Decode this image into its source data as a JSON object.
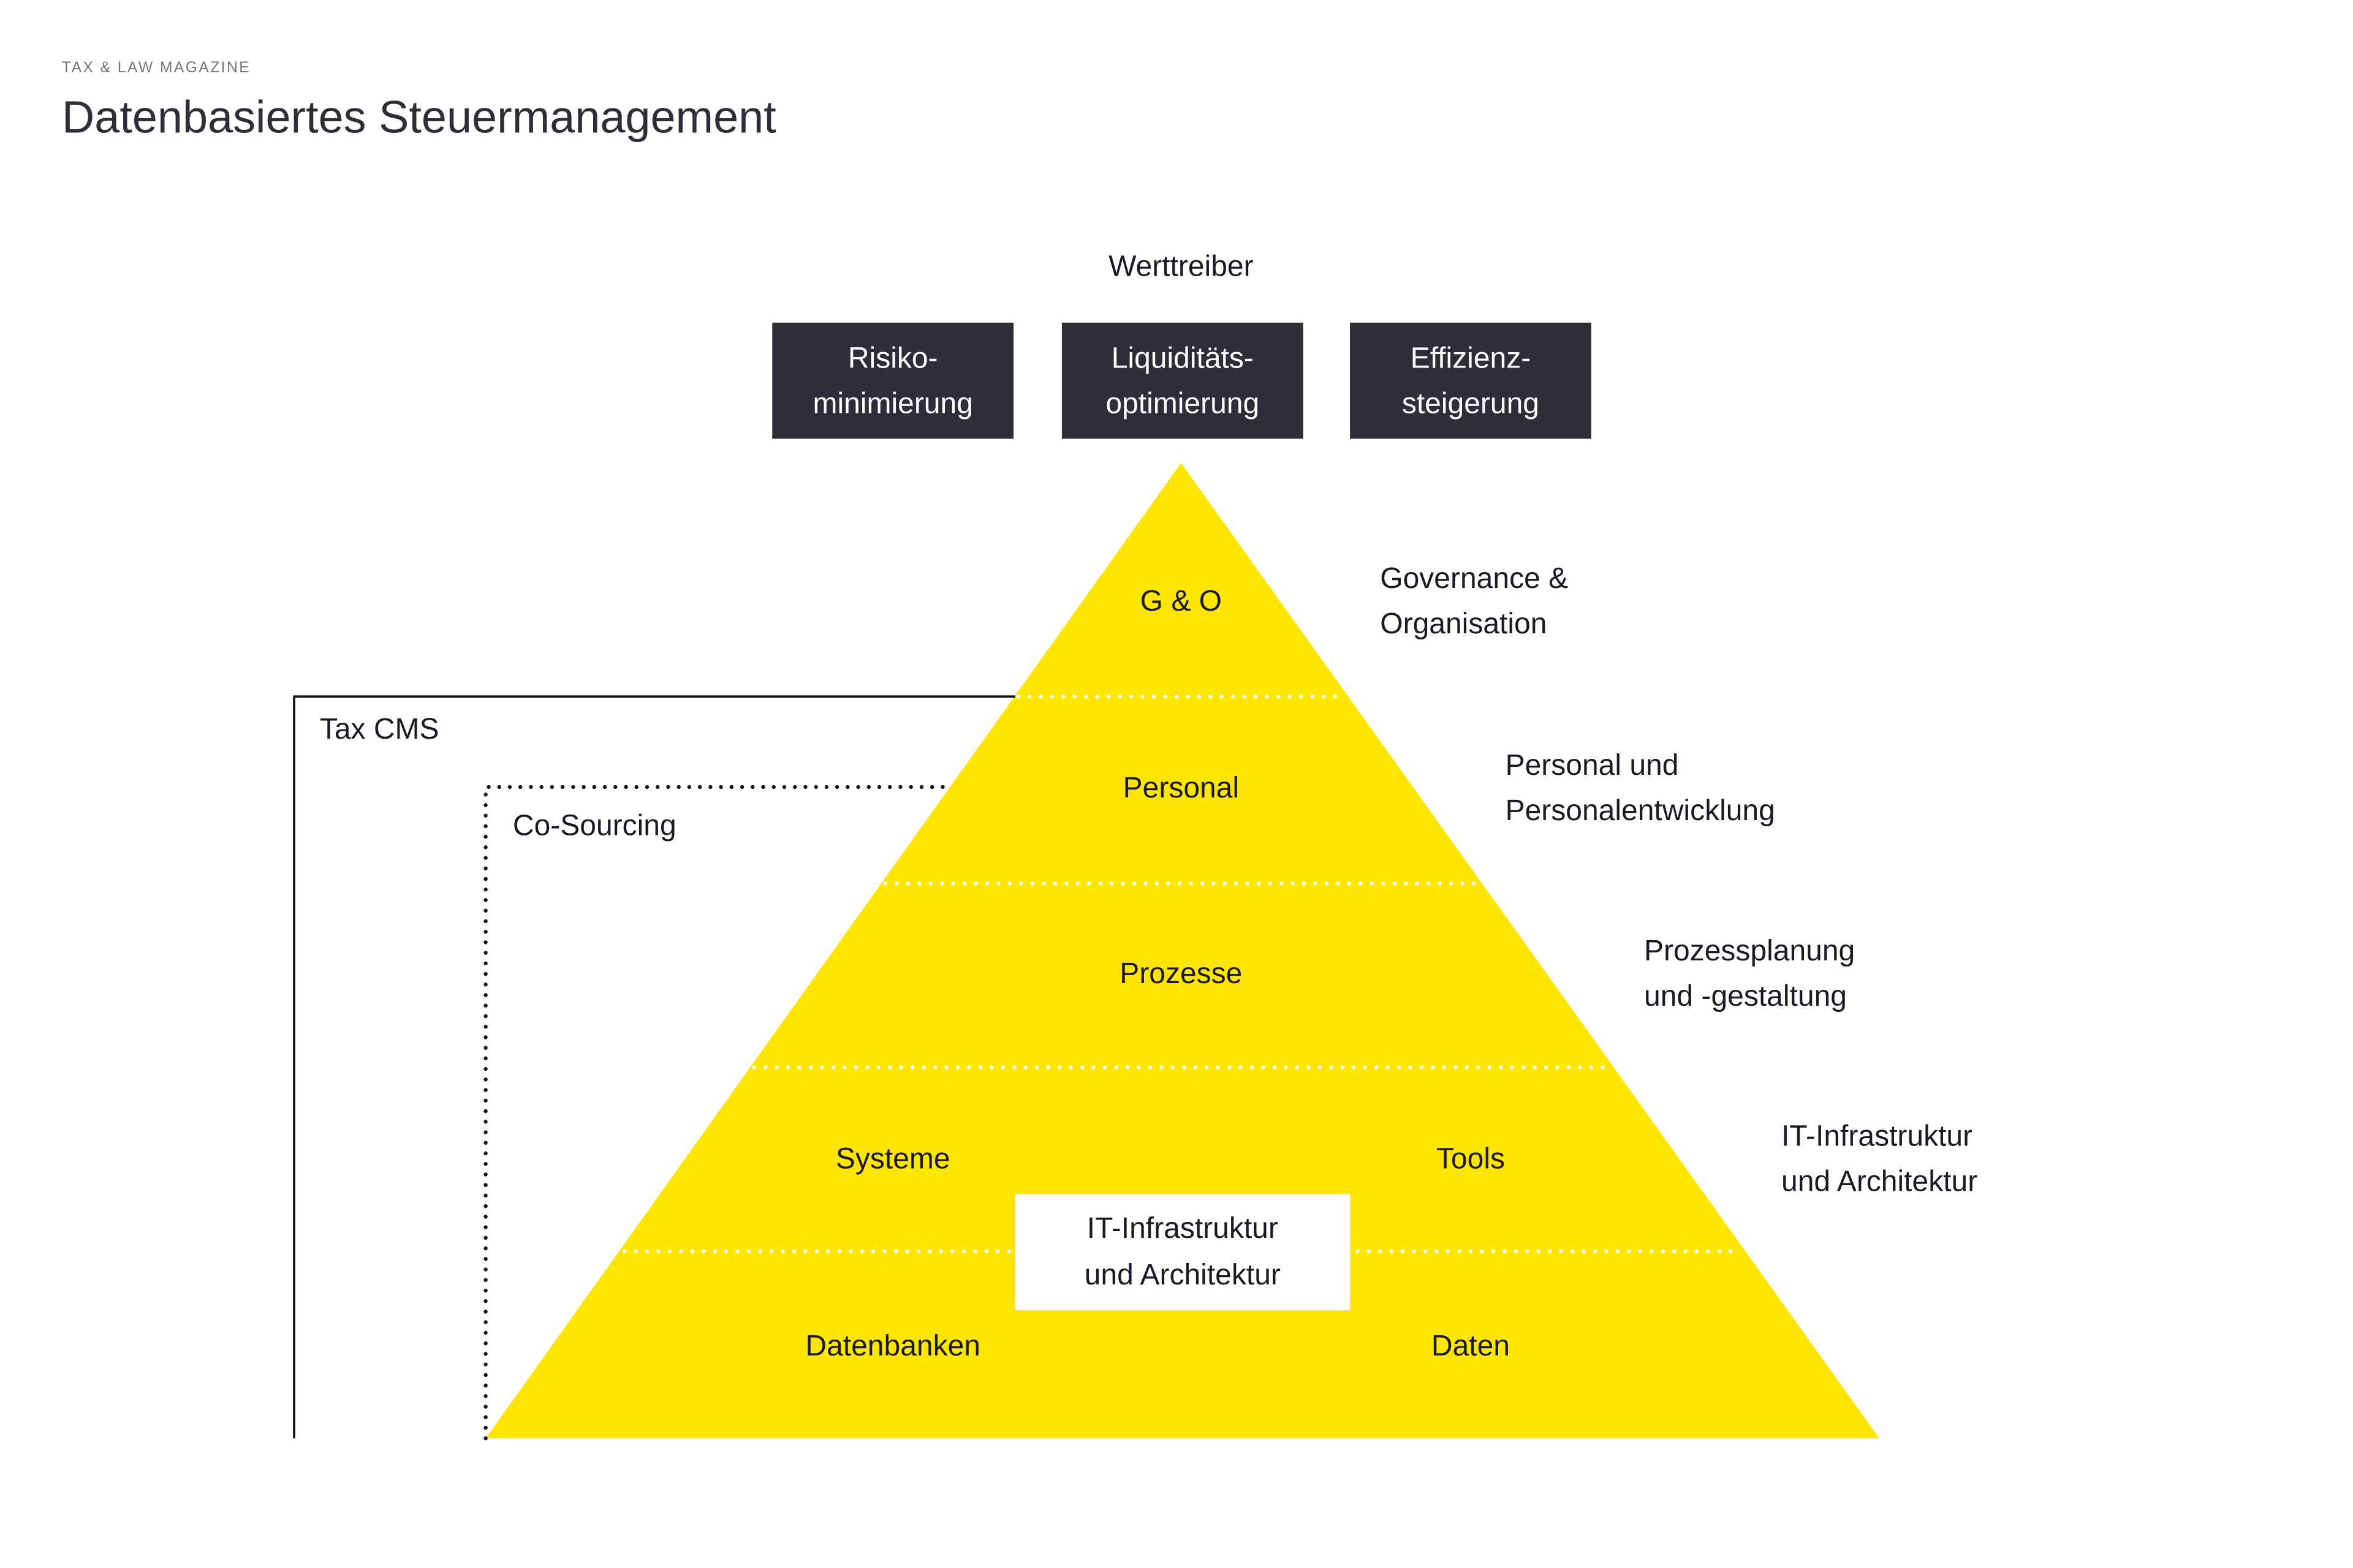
{
  "header": {
    "kicker": "TAX & LAW MAGAZINE",
    "title": "Datenbasiertes Steuermanagement"
  },
  "value_drivers": {
    "label": "Werttreiber",
    "boxes": [
      {
        "line1": "Risiko-",
        "line2": "minimierung"
      },
      {
        "line1": "Liquiditäts-",
        "line2": "optimierung"
      },
      {
        "line1": "Effizienz-",
        "line2": "steigerung"
      }
    ]
  },
  "frames": {
    "tax_cms": "Tax CMS",
    "co_sourcing": "Co-Sourcing"
  },
  "pyramid": {
    "color": "#ffe600",
    "layers": {
      "go": "G & O",
      "personal": "Personal",
      "prozesse": "Prozesse",
      "systeme": "Systeme",
      "tools": "Tools",
      "datenbanken": "Datenbanken",
      "daten": "Daten"
    },
    "center_box": {
      "line1": "IT-Infrastruktur",
      "line2": "und Architektur"
    }
  },
  "side_labels": [
    {
      "line1": "Governance &",
      "line2": "Organisation"
    },
    {
      "line1": "Personal und",
      "line2": "Personalentwicklung"
    },
    {
      "line1": "Prozessplanung",
      "line2": "und -gestaltung"
    },
    {
      "line1": "IT-Infrastruktur",
      "line2": "und Architektur"
    }
  ]
}
